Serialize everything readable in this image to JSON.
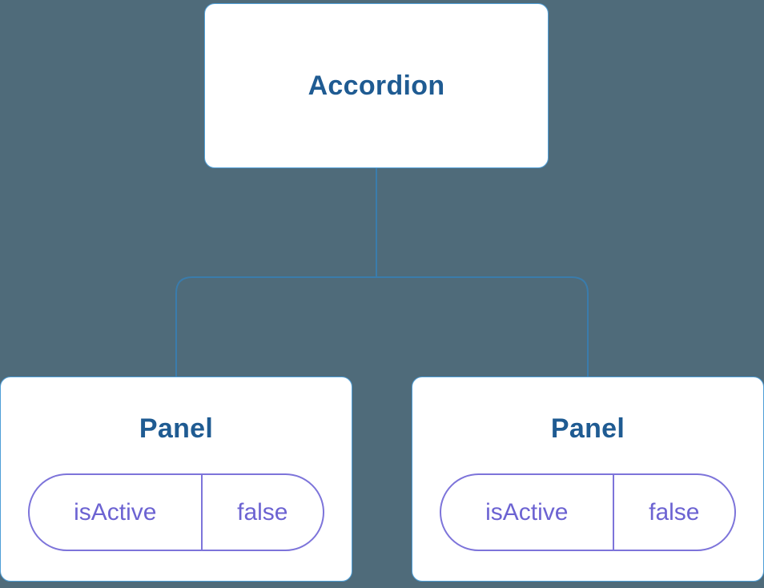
{
  "colors": {
    "background": "#4f6b7a",
    "node_bg": "#ffffff",
    "node_border": "#4f9fd8",
    "node_text": "#1f5b92",
    "connector": "#3a7cac",
    "pill_border": "#7d74da",
    "pill_text": "#6c63d2"
  },
  "tree": {
    "root": {
      "label": "Accordion"
    },
    "children": [
      {
        "label": "Panel",
        "state": {
          "key": "isActive",
          "value": "false"
        }
      },
      {
        "label": "Panel",
        "state": {
          "key": "isActive",
          "value": "false"
        }
      }
    ]
  }
}
